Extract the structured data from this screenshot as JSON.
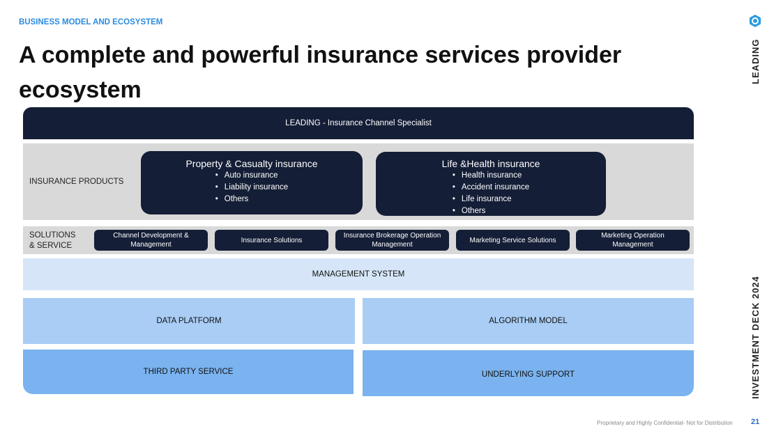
{
  "header": {
    "kicker": "BUSINESS MODEL AND ECOSYSTEM",
    "title": "A complete and powerful insurance services provider ecosystem"
  },
  "side": {
    "brand": "LEADING",
    "deck": "INVESTMENT DECK 2024"
  },
  "footer": {
    "note": "Proprietary and Highly Confidential- Not for Distribution",
    "page": "21"
  },
  "diagram": {
    "top": "LEADING - Insurance Channel Specialist",
    "products": {
      "label": "INSURANCE PRODUCTS",
      "groups": [
        {
          "title": "Property & Casualty insurance",
          "items": [
            "Auto insurance",
            "Liability insurance",
            "Others"
          ]
        },
        {
          "title": "Life &Health insurance",
          "items": [
            "Health insurance",
            "Accident insurance",
            "Life insurance",
            "Others"
          ]
        }
      ]
    },
    "solutions": {
      "label_line1": "SOLUTIONS",
      "label_line2": "& SERVICE",
      "items": [
        "Channel Development & Management",
        "Insurance Solutions",
        "Insurance Brokerage Operation Management",
        "Marketing Service Solutions",
        "Marketing Operation Management"
      ]
    },
    "management": "MANAGEMENT SYSTEM",
    "data_platform": "DATA PLATFORM",
    "algorithm": "ALGORITHM MODEL",
    "third_party": "THIRD PARTY SERVICE",
    "underlying": "UNDERLYING SUPPORT"
  },
  "colors": {
    "navy": "#141e36",
    "accent": "#2b8be0",
    "gray": "#d9d9d9",
    "light": "#d6e6f8",
    "mid": "#a9cdf5",
    "strong": "#7ab3ef"
  }
}
